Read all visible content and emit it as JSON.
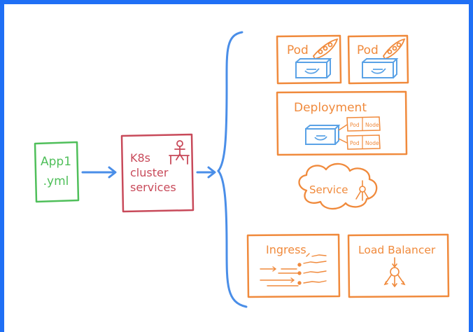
{
  "colors": {
    "frame": "#1f6ff5",
    "green": "#4fbf5a",
    "red": "#c84a5a",
    "orange": "#f08a3c",
    "blue": "#4a8ee8",
    "docker_blue": "#5aa2e6"
  },
  "source": {
    "line1": "App1",
    "line2": ".yml"
  },
  "k8s": {
    "line1": "K8s",
    "line2": "cluster",
    "line3": "services"
  },
  "pod1": {
    "label": "Pod"
  },
  "pod2": {
    "label": "Pod"
  },
  "deployment": {
    "label": "Deployment",
    "rows": [
      {
        "pod": "Pod",
        "node": "Node"
      },
      {
        "pod": "Pod",
        "node": "Node"
      }
    ]
  },
  "service": {
    "label": "Service"
  },
  "ingress": {
    "label": "Ingress"
  },
  "load_balancer": {
    "label": "Load Balancer"
  }
}
